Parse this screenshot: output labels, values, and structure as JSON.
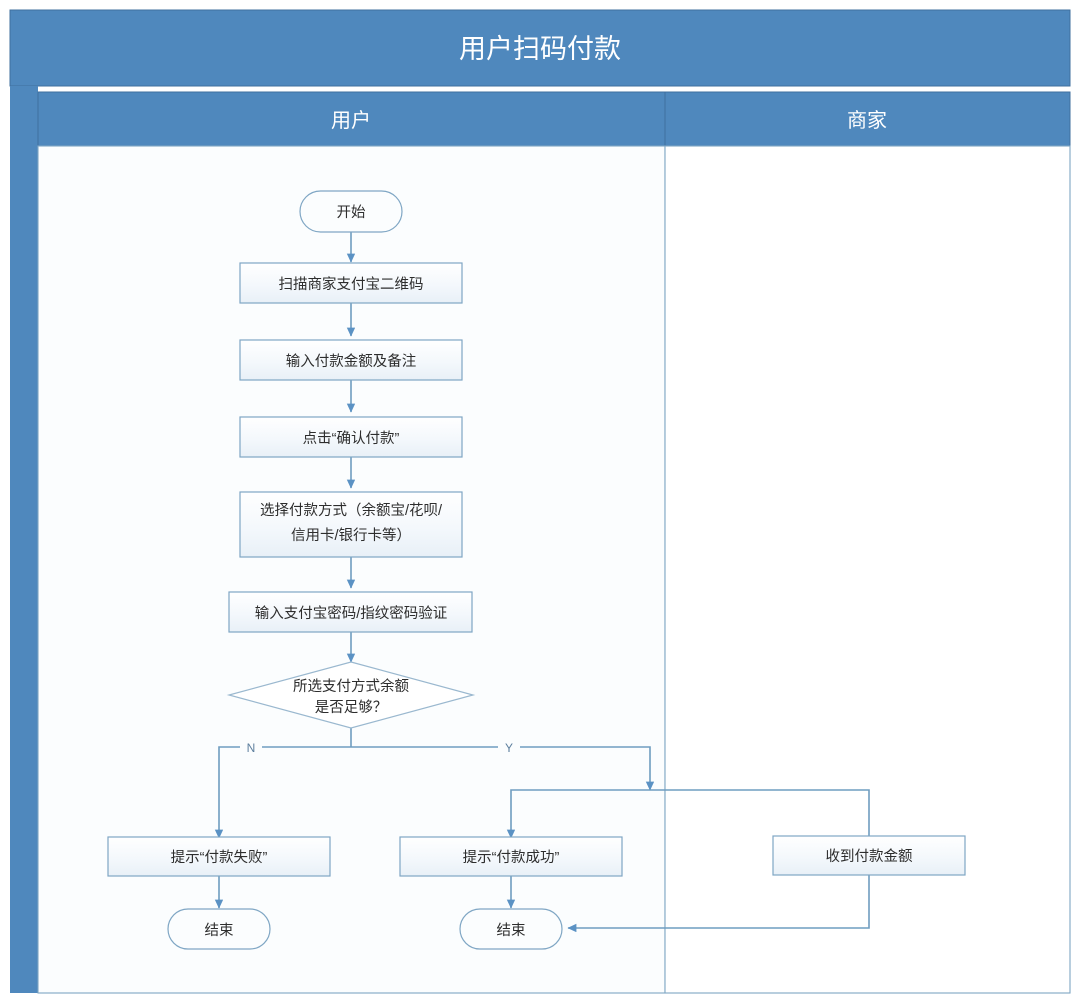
{
  "pool": {
    "title": "用户扫码付款",
    "header_color": "#4F88BD",
    "lanes": [
      {
        "id": "user",
        "label": "用户"
      },
      {
        "id": "merchant",
        "label": "商家"
      }
    ]
  },
  "flow": {
    "nodes": [
      {
        "id": "start",
        "shape": "terminator",
        "lane": "user",
        "label": "开始"
      },
      {
        "id": "scan",
        "shape": "process",
        "lane": "user",
        "label": "扫描商家支付宝二维码"
      },
      {
        "id": "amount",
        "shape": "process",
        "lane": "user",
        "label": "输入付款金额及备注"
      },
      {
        "id": "confirm",
        "shape": "process",
        "lane": "user",
        "label": "点击“确认付款”"
      },
      {
        "id": "method",
        "shape": "process",
        "lane": "user",
        "label": "选择付款方式（余额宝/花呗/",
        "label2": "信用卡/银行卡等）"
      },
      {
        "id": "verify",
        "shape": "process",
        "lane": "user",
        "label": "输入支付宝密码/指纹密码验证"
      },
      {
        "id": "decision",
        "shape": "decision",
        "lane": "user",
        "label": "所选支付方式余额",
        "label2": "是否足够？"
      },
      {
        "id": "fail",
        "shape": "process",
        "lane": "user",
        "label": "提示“付款失败”"
      },
      {
        "id": "success",
        "shape": "process",
        "lane": "user",
        "label": "提示“付款成功”"
      },
      {
        "id": "received",
        "shape": "process",
        "lane": "merchant",
        "label": "收到付款金额"
      },
      {
        "id": "end_fail",
        "shape": "terminator",
        "lane": "user",
        "label": "结束"
      },
      {
        "id": "end_ok",
        "shape": "terminator",
        "lane": "user",
        "label": "结束"
      }
    ],
    "edges": [
      {
        "from": "start",
        "to": "scan",
        "label": ""
      },
      {
        "from": "scan",
        "to": "amount",
        "label": ""
      },
      {
        "from": "amount",
        "to": "confirm",
        "label": ""
      },
      {
        "from": "confirm",
        "to": "method",
        "label": ""
      },
      {
        "from": "method",
        "to": "verify",
        "label": ""
      },
      {
        "from": "verify",
        "to": "decision",
        "label": ""
      },
      {
        "from": "decision",
        "to": "fail",
        "label": "N"
      },
      {
        "from": "decision",
        "to": "success",
        "label": "Y"
      },
      {
        "from": "decision",
        "to": "received",
        "label": ""
      },
      {
        "from": "fail",
        "to": "end_fail",
        "label": ""
      },
      {
        "from": "success",
        "to": "end_ok",
        "label": ""
      },
      {
        "from": "received",
        "to": "end_ok",
        "label": ""
      }
    ],
    "branch_labels": {
      "no": "N",
      "yes": "Y"
    },
    "colors": {
      "node_border": "#7FA6C4",
      "connector": "#6F9DC0",
      "arrow": "#5B92C4",
      "node_fill_light": "#F2F7FB",
      "node_fill_white": "#FFFFFF",
      "text": "#2D2D2D",
      "label_text": "#5D7F9E"
    }
  }
}
